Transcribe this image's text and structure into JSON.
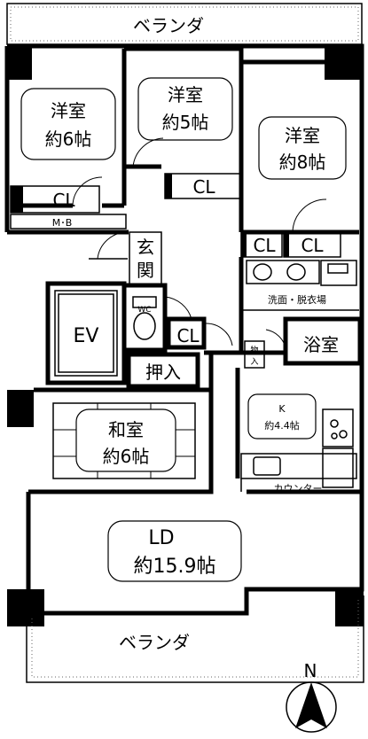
{
  "labels": {
    "veranda_top": "ベランダ",
    "veranda_bottom": "ベランダ",
    "room1_name": "洋室",
    "room1_size": "約6帖",
    "room2_name": "洋室",
    "room2_size": "約5帖",
    "room3_name": "洋室",
    "room3_size": "約8帖",
    "cl1": "CL",
    "cl2": "CL",
    "cl3": "CL",
    "cl4": "CL",
    "cl5": "CL",
    "mb": "M･B",
    "entrance_1": "玄",
    "entrance_2": "関",
    "wc": "WC",
    "ev": "EV",
    "oshiire": "押入",
    "senmen": "洗面・脱衣場",
    "bath": "浴室",
    "pantry_1": "物",
    "pantry_2": "入",
    "kitchen_name": "K",
    "kitchen_size": "約4.4帖",
    "washitsu_name": "和室",
    "washitsu_size": "約6帖",
    "counter": "カウンター",
    "ld_name": "LD",
    "ld_size": "約15.9帖",
    "north": "N"
  }
}
